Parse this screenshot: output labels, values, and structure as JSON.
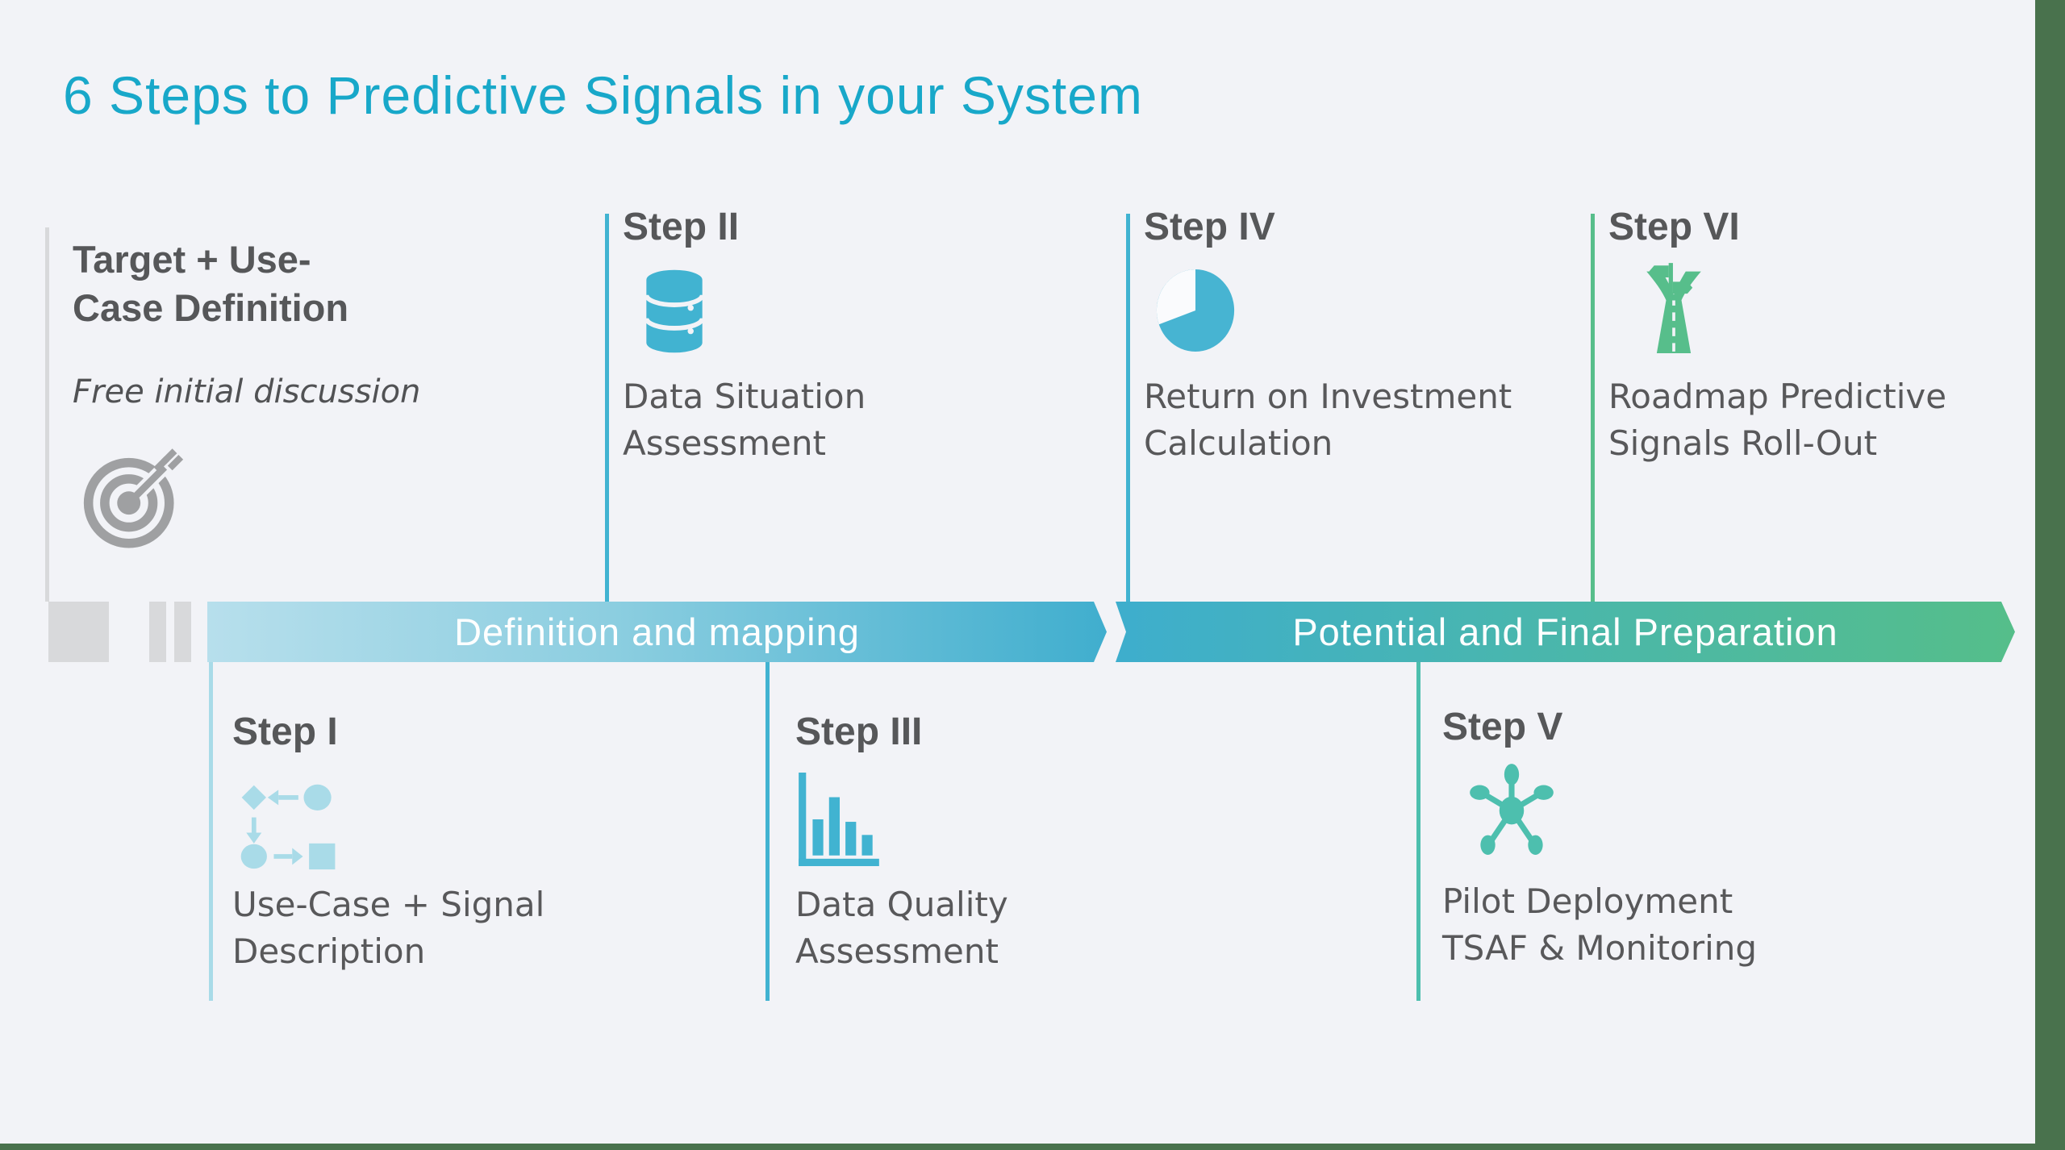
{
  "title": "6 Steps to Predictive Signals in your System",
  "intro": {
    "heading": "Target + Use-\nCase Definition",
    "note": "Free initial discussion",
    "icon": "target-icon"
  },
  "phases": [
    {
      "label": "Definition and mapping",
      "gradient_start": "#B7DFEC",
      "gradient_end": "#40AECE"
    },
    {
      "label": "Potential and Final Preparation",
      "gradient_start": "#3EAECD",
      "gradient_end": "#55BE8A"
    }
  ],
  "steps": [
    {
      "title": "Step I",
      "description": "Use-Case + Signal\nDescription",
      "icon": "flowchart-icon",
      "row": "bottom",
      "color": "#A9DBE8"
    },
    {
      "title": "Step II",
      "description": "Data Situation\nAssessment",
      "icon": "database-icon",
      "row": "top",
      "color": "#41B3D1"
    },
    {
      "title": "Step III",
      "description": "Data Quality\nAssessment",
      "icon": "bar-chart-icon",
      "row": "bottom",
      "color": "#41B3D1"
    },
    {
      "title": "Step IV",
      "description": "Return on Investment\nCalculation",
      "icon": "pie-chart-icon",
      "row": "top",
      "color": "#47B4D2"
    },
    {
      "title": "Step V",
      "description": "Pilot Deployment\nTSAF & Monitoring",
      "icon": "network-icon",
      "row": "bottom",
      "color": "#4DBFAE"
    },
    {
      "title": "Step VI",
      "description": "Roadmap Predictive\nSignals Roll-Out",
      "icon": "roadmap-icon",
      "row": "top",
      "color": "#57BE8B"
    }
  ],
  "colors": {
    "background": "#F2F3F7",
    "title": "#18A8C9",
    "heading_text": "#565759",
    "body_text": "#58585A",
    "light_gray": "#D8D9DB",
    "target_gray": "#9FA0A2",
    "frame_green": "#49724D"
  }
}
